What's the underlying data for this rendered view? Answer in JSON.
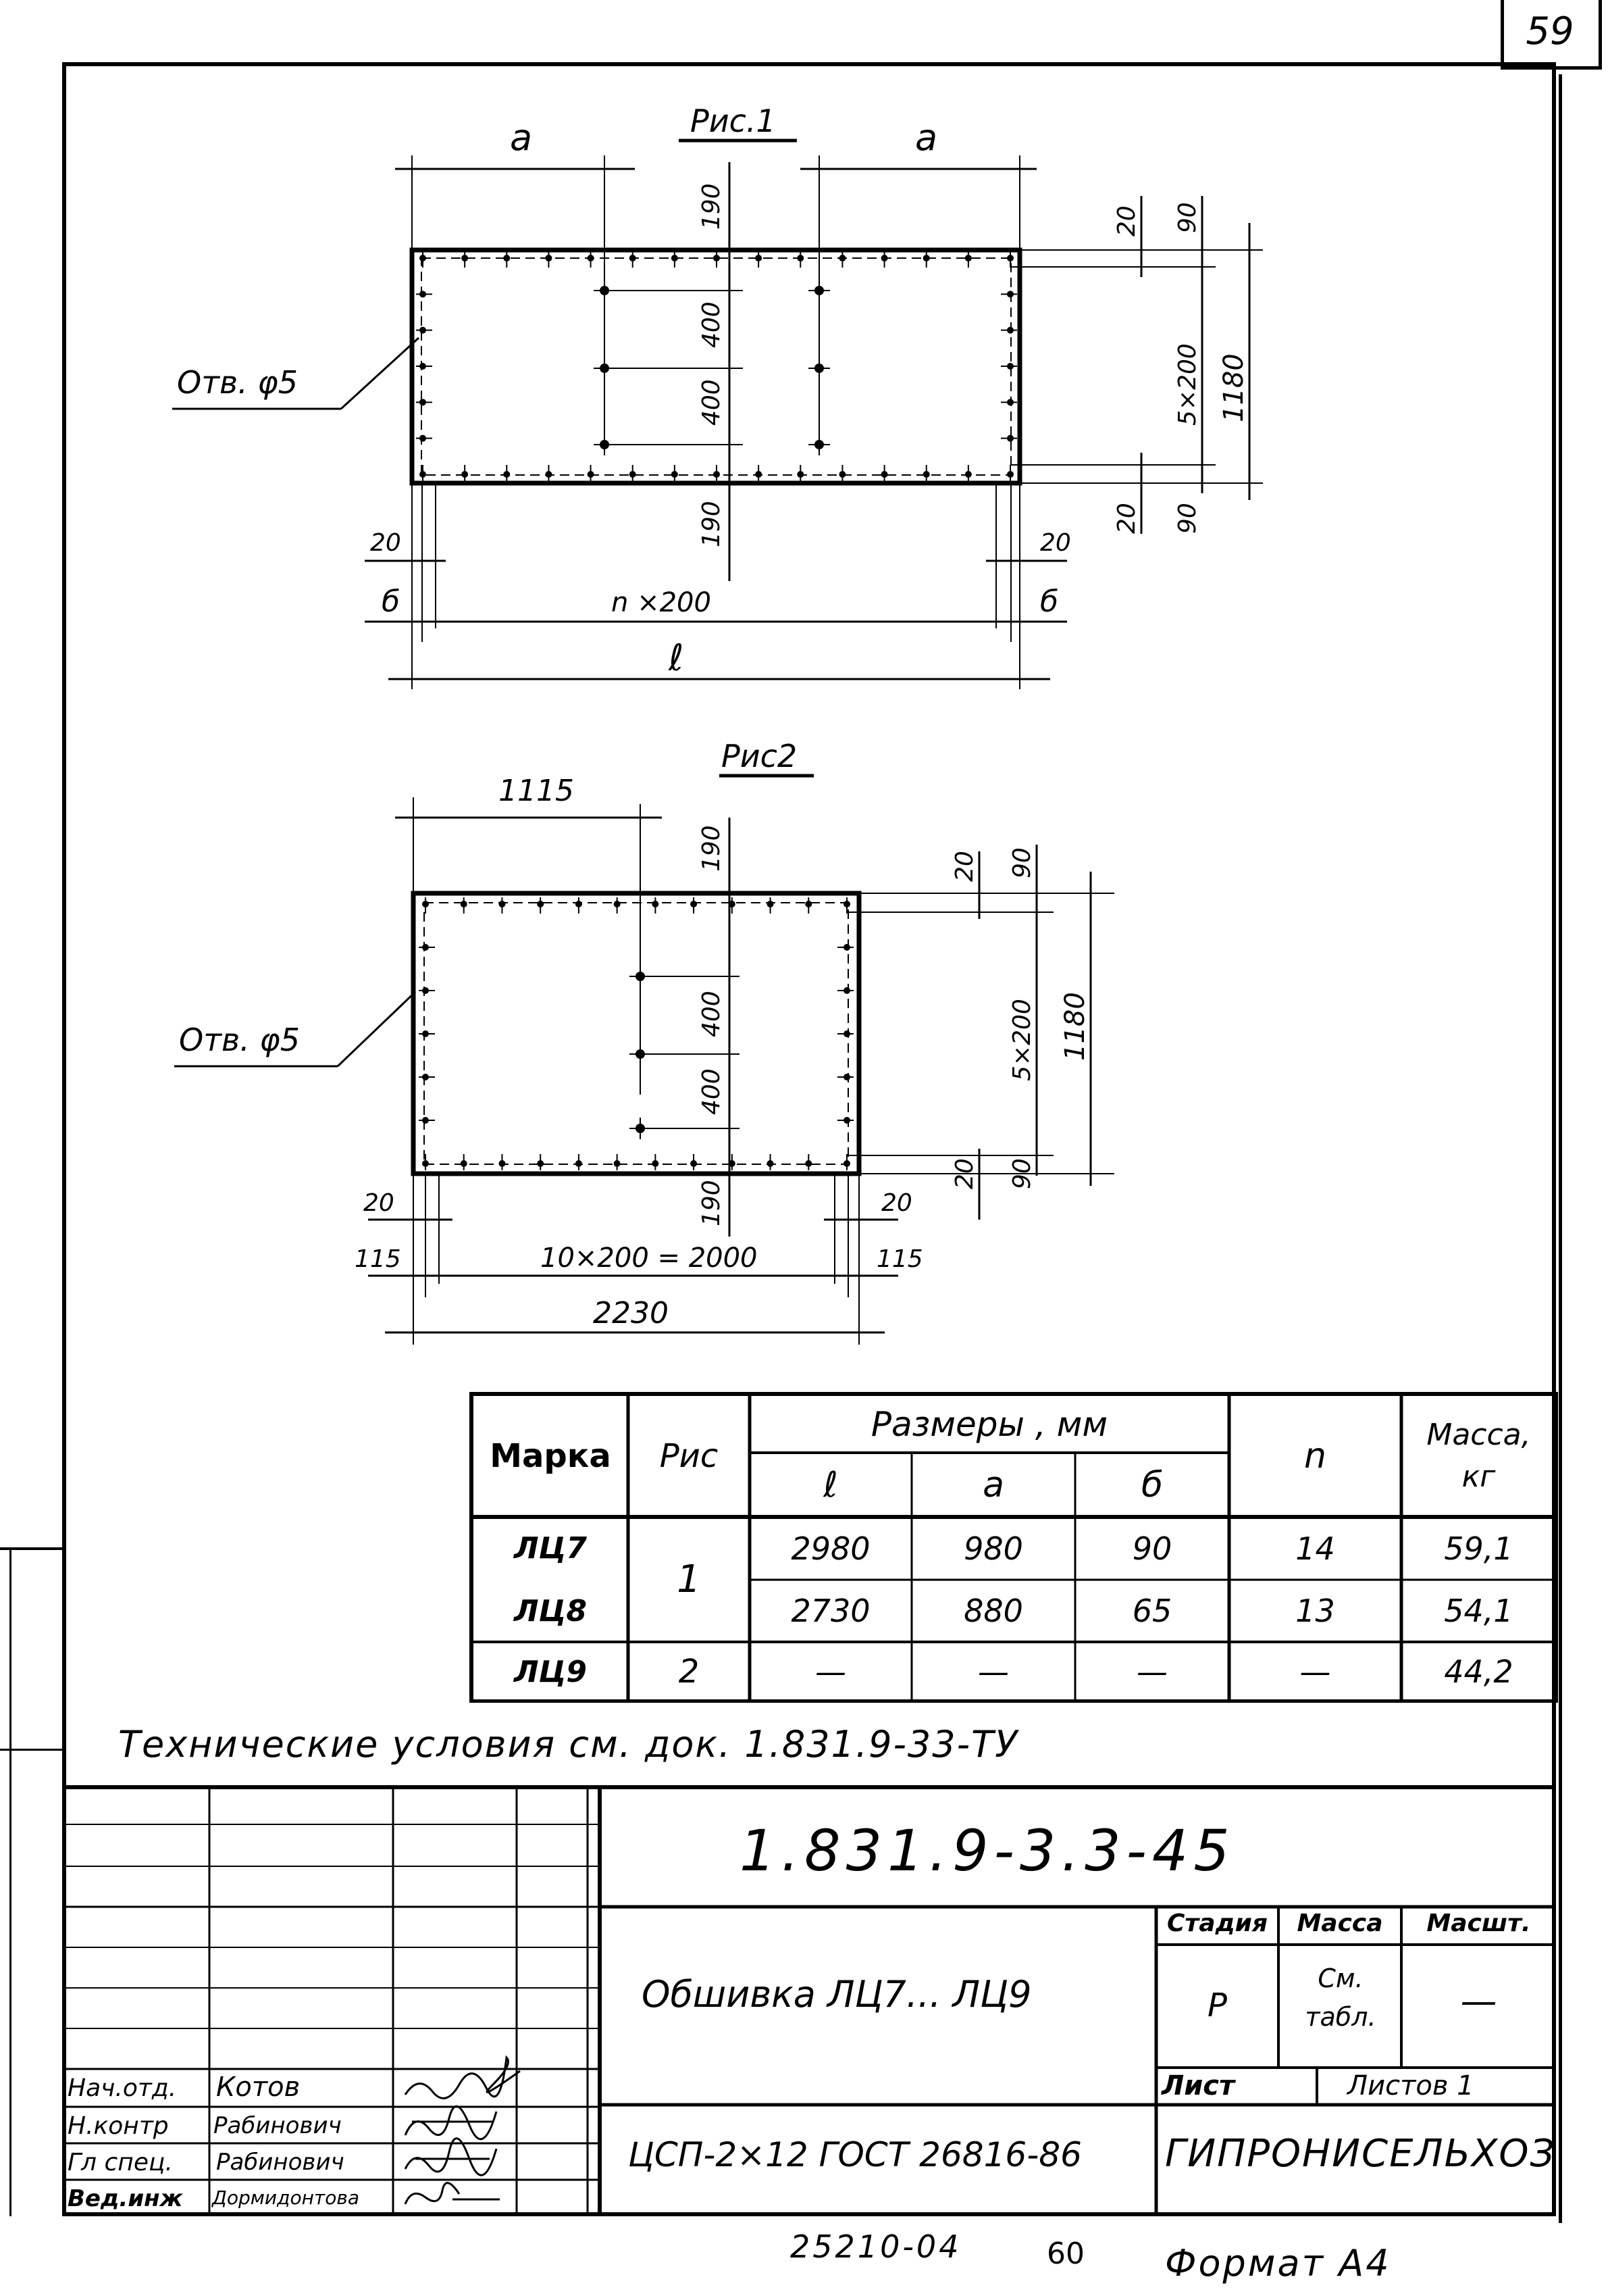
{
  "page_number": "59",
  "figure1": {
    "title": "Рис.1",
    "dim_a_left": "a",
    "dim_a_right": "a",
    "hole_label": "Отв. φ5",
    "dim_190_top": "190",
    "dim_400_1": "400",
    "dim_400_2": "400",
    "dim_190_bottom": "190",
    "dim_20_top": "20",
    "dim_90_top": "90",
    "dim_5x200": "5×200",
    "dim_1180": "1180",
    "dim_20_bottom": "20",
    "dim_90_bottom": "90",
    "dim_20_left": "20",
    "dim_20_right": "20",
    "dim_b_left": "б",
    "dim_b_right": "б",
    "dim_nx200": "n ×200",
    "dim_l": "ℓ"
  },
  "figure2": {
    "title": "Рис2",
    "dim_1115": "1115",
    "hole_label": "Отв. φ5",
    "dim_190_top": "190",
    "dim_400_1": "400",
    "dim_400_2": "400",
    "dim_190_bottom": "190",
    "dim_20_top": "20",
    "dim_90_top": "90",
    "dim_5x200": "5×200",
    "dim_1180": "1180",
    "dim_20_bottom": "20",
    "dim_90_bottom": "90",
    "dim_20_left": "20",
    "dim_20_right": "20",
    "dim_115_left": "115",
    "dim_115_right": "115",
    "dim_10x200": "10×200 = 2000",
    "dim_2230": "2230"
  },
  "table": {
    "headers": {
      "marka": "Марка",
      "ris": "Рис",
      "sizes": "Размеры , мм",
      "l": "ℓ",
      "a": "a",
      "b": "б",
      "n": "n",
      "mass": "Масса, кг"
    },
    "rows": [
      {
        "marka": "ЛЦ7",
        "l": "2980",
        "a": "980",
        "b": "90",
        "n": "14",
        "mass": "59,1"
      },
      {
        "marka": "ЛЦ8",
        "l": "2730",
        "a": "880",
        "b": "65",
        "n": "13",
        "mass": "54,1"
      },
      {
        "marka": "ЛЦ9",
        "l": "—",
        "a": "—",
        "b": "—",
        "n": "—",
        "mass": "44,2"
      }
    ],
    "ris_1": "1",
    "ris_2": "2"
  },
  "tech_conditions": "Технические условия см. док. 1.831.9-33-ТУ",
  "stamp": {
    "doc_code": "1.831.9-3.3-45",
    "title": "Обшивка ЛЦ7... ЛЦ9",
    "stage_label": "Стадия",
    "mass_label": "Масса",
    "scale_label": "Масшт.",
    "stage_value": "Р",
    "mass_value": "См. табл.",
    "scale_value": "—",
    "sheet_label": "Лист",
    "sheets_label": "Листов 1",
    "material": "ЦСП-2×12 ГОСТ 26816-86",
    "org": "ГИПРОНИСЕЛЬХОЗ",
    "people": [
      {
        "role": "Нач.отд.",
        "name": "Котов"
      },
      {
        "role": "Н.контр",
        "name": "Рабинович"
      },
      {
        "role": "Гл спец.",
        "name": "Рабинович"
      },
      {
        "role": "Вед.инж",
        "name": "Дормидонтова"
      }
    ]
  },
  "footer_code": "25210-04",
  "footer_num": "60",
  "format": "Формат А4"
}
